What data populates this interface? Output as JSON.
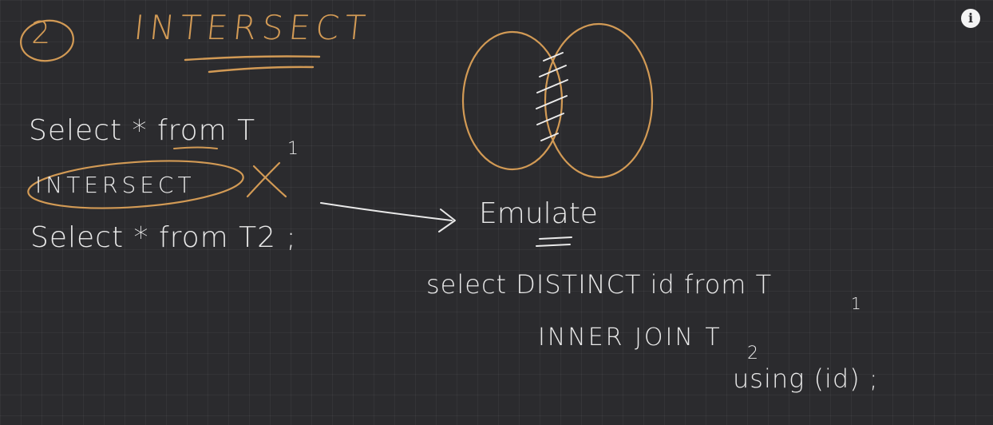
{
  "heading": {
    "number": "2",
    "title": "INTERSECT"
  },
  "left_query": {
    "line1": "Select * from T",
    "line1_sub": "1",
    "line2": "INTERSECT",
    "line3": "Select * from T2 ;"
  },
  "emulate_label": "Emulate",
  "right_query": {
    "line1": "select DISTINCT id from T",
    "line1_sub": "1",
    "line2": "INNER JOIN T",
    "line2_sub": "2",
    "line3": "using (id) ;"
  },
  "icons": {
    "info": "info-icon"
  },
  "info_glyph": "i",
  "colors": {
    "background": "#2b2b2e",
    "chalk": "#e9e9e9",
    "accent": "#d29a55"
  }
}
